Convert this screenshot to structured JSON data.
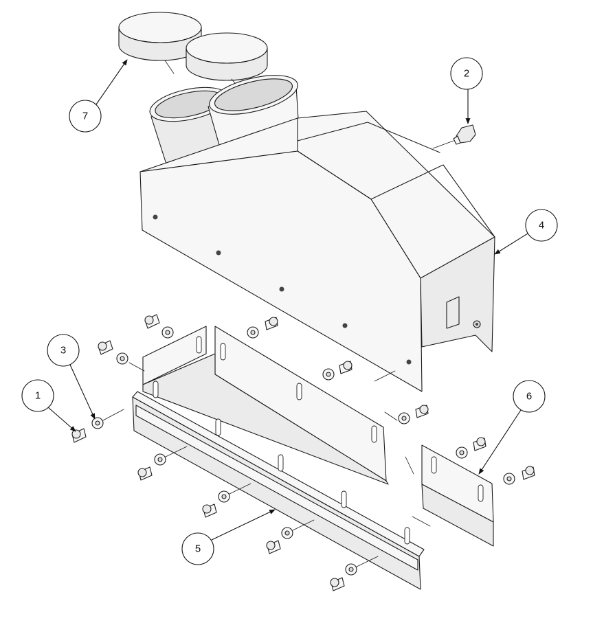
{
  "diagram": {
    "type": "exploded assembly view",
    "callouts": [
      {
        "id": "1",
        "label": "1"
      },
      {
        "id": "2",
        "label": "2"
      },
      {
        "id": "3",
        "label": "3"
      },
      {
        "id": "4",
        "label": "4"
      },
      {
        "id": "5",
        "label": "5"
      },
      {
        "id": "6",
        "label": "6"
      },
      {
        "id": "7",
        "label": "7"
      }
    ]
  }
}
